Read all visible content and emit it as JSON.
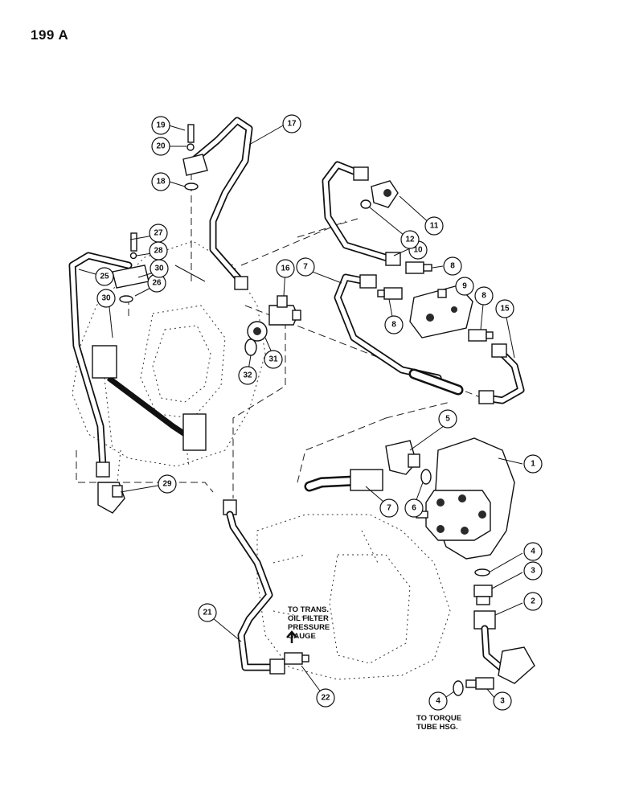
{
  "page": {
    "number": "199 A"
  },
  "callouts": [
    "1",
    "2",
    "3",
    "3",
    "4",
    "4",
    "5",
    "6",
    "7",
    "7",
    "8",
    "8",
    "8",
    "9",
    "10",
    "11",
    "12",
    "15",
    "16",
    "17",
    "18",
    "19",
    "20",
    "21",
    "22",
    "25",
    "26",
    "27",
    "28",
    "29",
    "30",
    "30",
    "31",
    "32"
  ],
  "notes": {
    "trans_gauge": [
      "TO TRANS.",
      "OIL FILTER",
      "PRESSURE",
      "GAUGE"
    ],
    "torque_tube": [
      "TO TORQUE",
      "TUBE HSG."
    ]
  }
}
